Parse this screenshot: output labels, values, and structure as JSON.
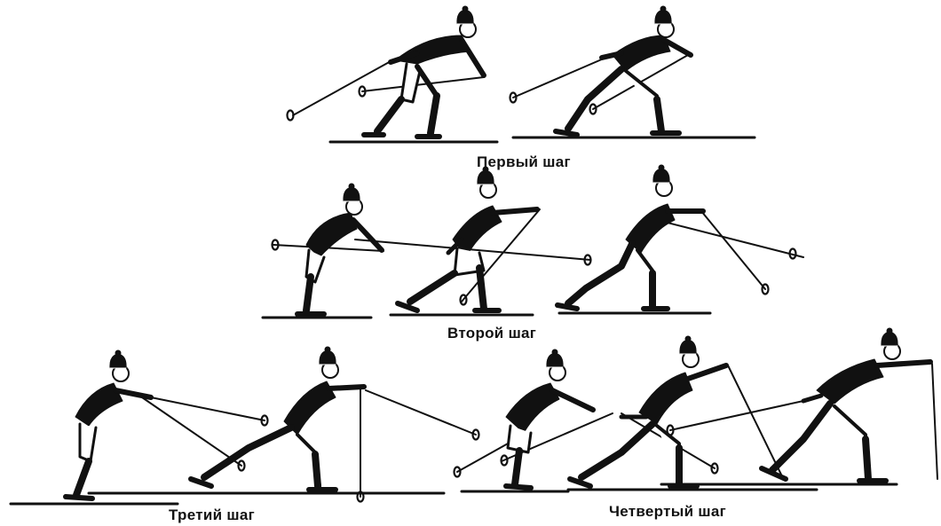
{
  "colors": {
    "ink": "#111111",
    "background": "#ffffff"
  },
  "captions": {
    "step1": "Первый шаг",
    "step2": "Второй шаг",
    "step3": "Третий шаг",
    "step4": "Четвертый шаг"
  }
}
